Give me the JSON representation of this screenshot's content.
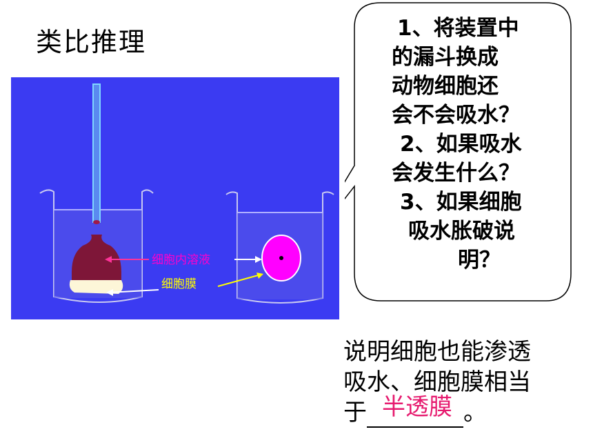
{
  "title": "类比推理",
  "diagram": {
    "label_solution": "细胞内溶液",
    "label_membrane": "细胞膜",
    "colors": {
      "background": "#3b3bf2",
      "solution": "#7e1638",
      "cell": "#ff00ff",
      "arrow_solution": "#ff3399",
      "arrow_membrane": "#ffff00"
    }
  },
  "bubble": {
    "q1": "1、将装置中的漏斗换成动物细胞还会不会吸水？",
    "q2": "2、如果吸水会发生什么？",
    "q3": "3、如果细胞吸水胀破说明？",
    "q1_lines": [
      "1、将装置中",
      "的漏斗换成",
      "动物细胞还",
      "会不会吸水？"
    ],
    "q2_lines": [
      "2、如果吸水",
      "会发生什么？"
    ],
    "q3_lines": [
      "3、如果细胞",
      "吸水胀破说",
      "明？"
    ]
  },
  "answer": {
    "line1": "说明细胞也能渗透",
    "line2": "吸水、细胞膜相当",
    "prefix": "于",
    "blank_word": "半透膜",
    "suffix": "。"
  }
}
